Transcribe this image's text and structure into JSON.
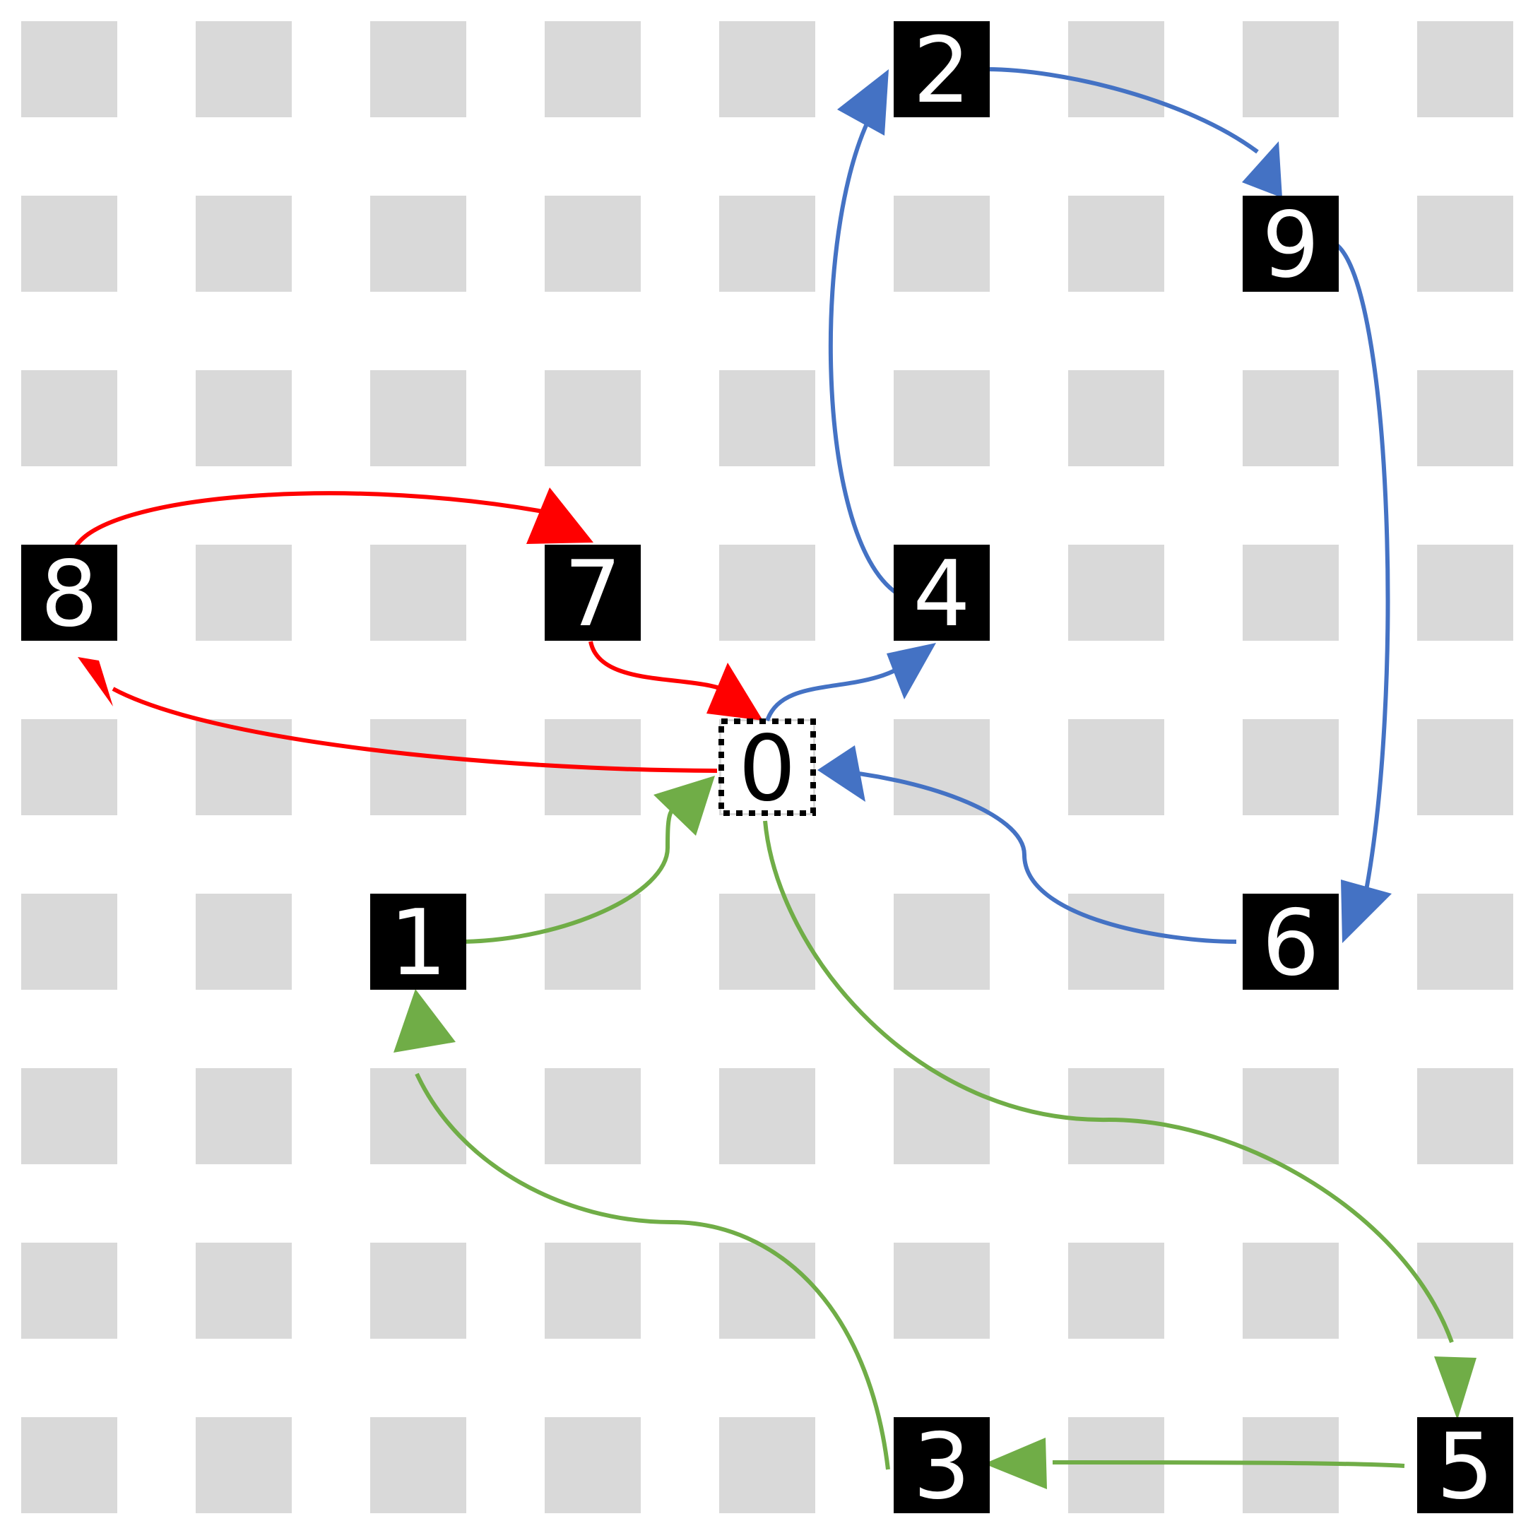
{
  "grid": {
    "cols": 9,
    "rows": 9,
    "cell_color": "#d9d9d9"
  },
  "nodes": [
    {
      "id": "0",
      "label": "0",
      "col": 4,
      "row": 4,
      "style": "start"
    },
    {
      "id": "1",
      "label": "1",
      "col": 2,
      "row": 5,
      "style": "filled"
    },
    {
      "id": "2",
      "label": "2",
      "col": 5,
      "row": 0,
      "style": "filled"
    },
    {
      "id": "3",
      "label": "3",
      "col": 5,
      "row": 8,
      "style": "filled"
    },
    {
      "id": "4",
      "label": "4",
      "col": 5,
      "row": 3,
      "style": "filled"
    },
    {
      "id": "5",
      "label": "5",
      "col": 8,
      "row": 8,
      "style": "filled"
    },
    {
      "id": "6",
      "label": "6",
      "col": 7,
      "row": 5,
      "style": "filled"
    },
    {
      "id": "7",
      "label": "7",
      "col": 3,
      "row": 3,
      "style": "filled"
    },
    {
      "id": "8",
      "label": "8",
      "col": 0,
      "row": 3,
      "style": "filled"
    },
    {
      "id": "9",
      "label": "9",
      "col": 7,
      "row": 1,
      "style": "filled"
    }
  ],
  "edges": [
    {
      "from": "0",
      "to": "8",
      "color": "red"
    },
    {
      "from": "8",
      "to": "7",
      "color": "red"
    },
    {
      "from": "7",
      "to": "0",
      "color": "red"
    },
    {
      "from": "0",
      "to": "4",
      "color": "blue"
    },
    {
      "from": "4",
      "to": "2",
      "color": "blue"
    },
    {
      "from": "2",
      "to": "9",
      "color": "blue"
    },
    {
      "from": "9",
      "to": "6",
      "color": "blue"
    },
    {
      "from": "6",
      "to": "0",
      "color": "blue"
    },
    {
      "from": "0",
      "to": "5",
      "color": "green"
    },
    {
      "from": "5",
      "to": "3",
      "color": "green"
    },
    {
      "from": "3",
      "to": "1",
      "color": "green"
    },
    {
      "from": "1",
      "to": "0",
      "color": "green"
    }
  ],
  "colors": {
    "red": "#ff0000",
    "blue": "#4472c4",
    "green": "#70ad47"
  }
}
